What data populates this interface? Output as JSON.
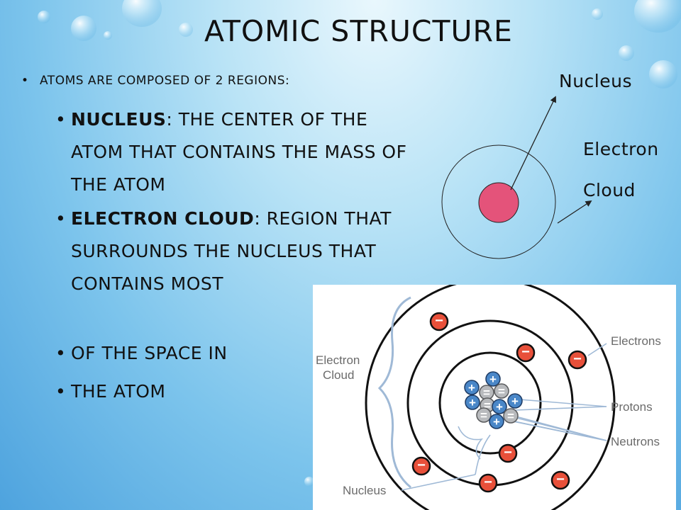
{
  "slide": {
    "title": "Atomic Structure",
    "intro": "Atoms are composed of 2 regions:",
    "bullets": [
      {
        "term": "Nucleus",
        "text": ":  the center of the atom that contains the mass of the atom"
      },
      {
        "term": "Electron Cloud",
        "text": ":  region that surrounds the nucleus that contains most"
      },
      {
        "term": "",
        "text": "of the space in"
      },
      {
        "term": "",
        "text": "the atom"
      }
    ]
  },
  "sketch": {
    "nucleus_label": "Nucleus",
    "cloud_label_line1": "Electron",
    "cloud_label_line2": "Cloud",
    "nucleus_color": "#e4537a"
  },
  "diagram": {
    "electron_cloud_label_line1": "Electron",
    "electron_cloud_label_line2": "Cloud",
    "nucleus_label": "Nucleus",
    "electrons_label": "Electrons",
    "protons_label": "Protons",
    "neutrons_label": "Neutrons",
    "electron_symbol": "−",
    "proton_symbol": "+",
    "neutron_symbol": "=",
    "electron_color": "#e8503a",
    "proton_color": "#4a87c8",
    "neutron_color": "#b8babd"
  }
}
